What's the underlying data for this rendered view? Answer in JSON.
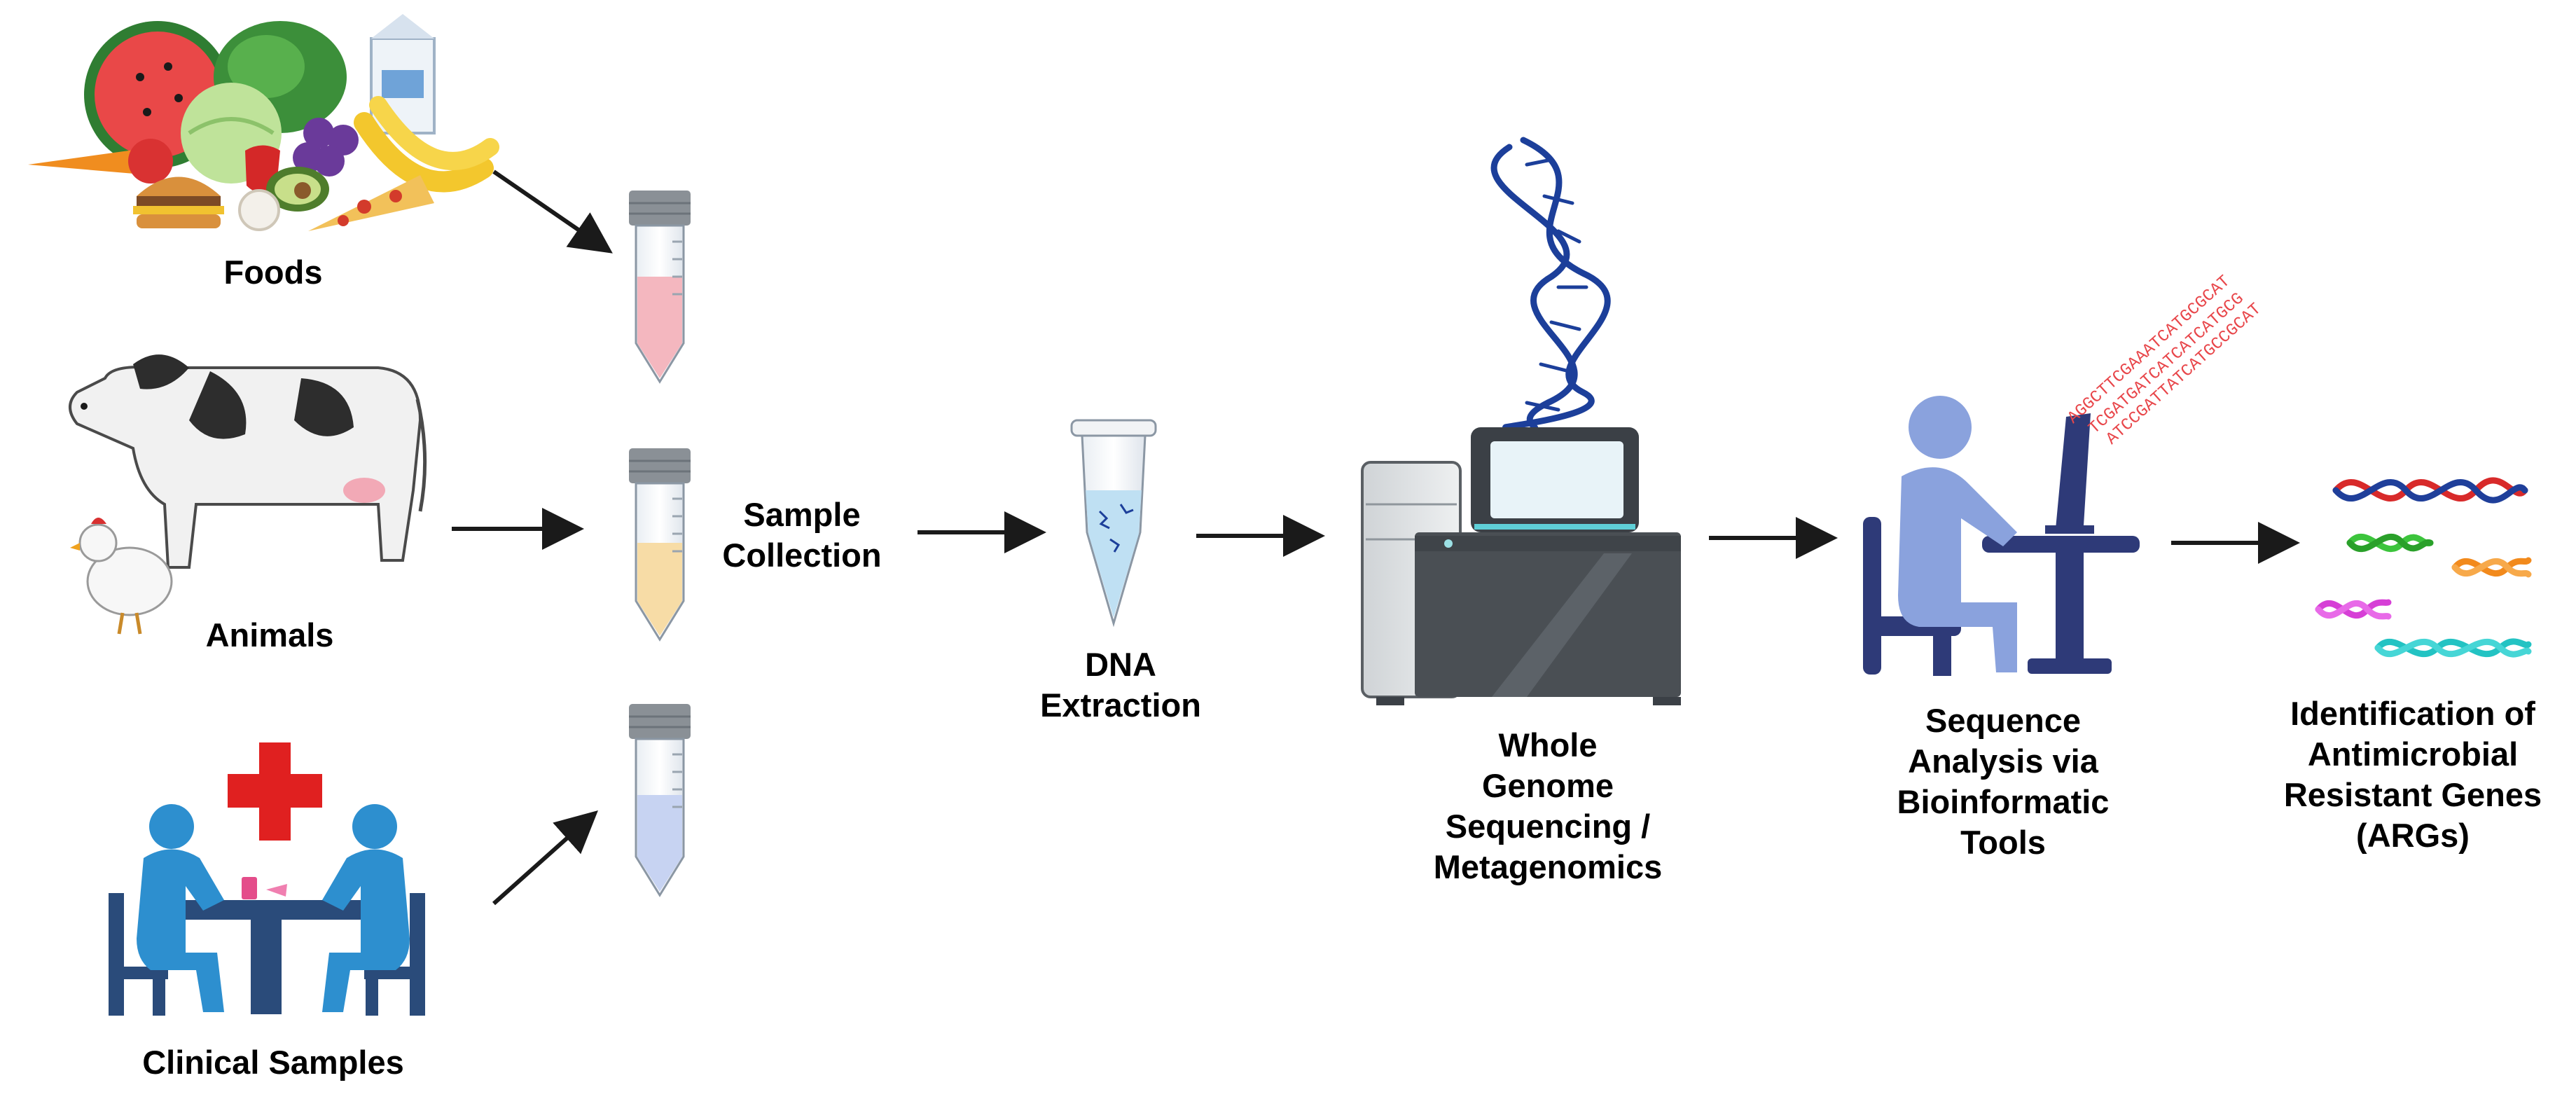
{
  "labels": {
    "foods": "Foods",
    "animals": "Animals",
    "clinical": "Clinical Samples",
    "sample_collection": [
      "Sample",
      "Collection"
    ],
    "dna_extraction": [
      "DNA",
      "Extraction"
    ],
    "wgs": [
      "Whole",
      "Genome",
      "Sequencing /",
      "Metagenomics"
    ],
    "analysis": [
      "Sequence",
      "Analysis via",
      "Bioinformatic",
      "Tools"
    ],
    "args": [
      "Identification of",
      "Antimicrobial",
      "Resistant Genes",
      "(ARGs)"
    ]
  },
  "sequence_text": [
    "AGGCTTCGAAATCATGCGCAT",
    "TCGATGATCATCATCATGCG",
    "ATCCGATTATCATGCCGCAT"
  ],
  "colors": {
    "arrow": "#1a1a1a",
    "tube_red": "#f4b7bf",
    "tube_yellow": "#f7dca6",
    "tube_blue": "#c7d3f2",
    "dna_helix": "#1c3f9a",
    "person_blue": "#2d8fcf",
    "analyst_body": "#8aa2dd",
    "analyst_furniture": "#2e3a78",
    "red_cross": "#e02020",
    "sequence_text": "#e8464a",
    "gene_red": "#d82a2a",
    "gene_navy": "#1f3f9a",
    "gene_green": "#3cc43c",
    "gene_orange": "#f28a1c",
    "gene_magenta": "#d63fd6",
    "gene_teal": "#23c3c3"
  },
  "icons": [
    "food-pile-icon",
    "cow-icon",
    "chicken-icon",
    "clinic-consultation-icon",
    "centrifuge-tube-icon",
    "microtube-icon",
    "dna-helix-icon",
    "sequencer-machine-icon",
    "computer-analyst-icon",
    "resistant-genes-icon"
  ]
}
